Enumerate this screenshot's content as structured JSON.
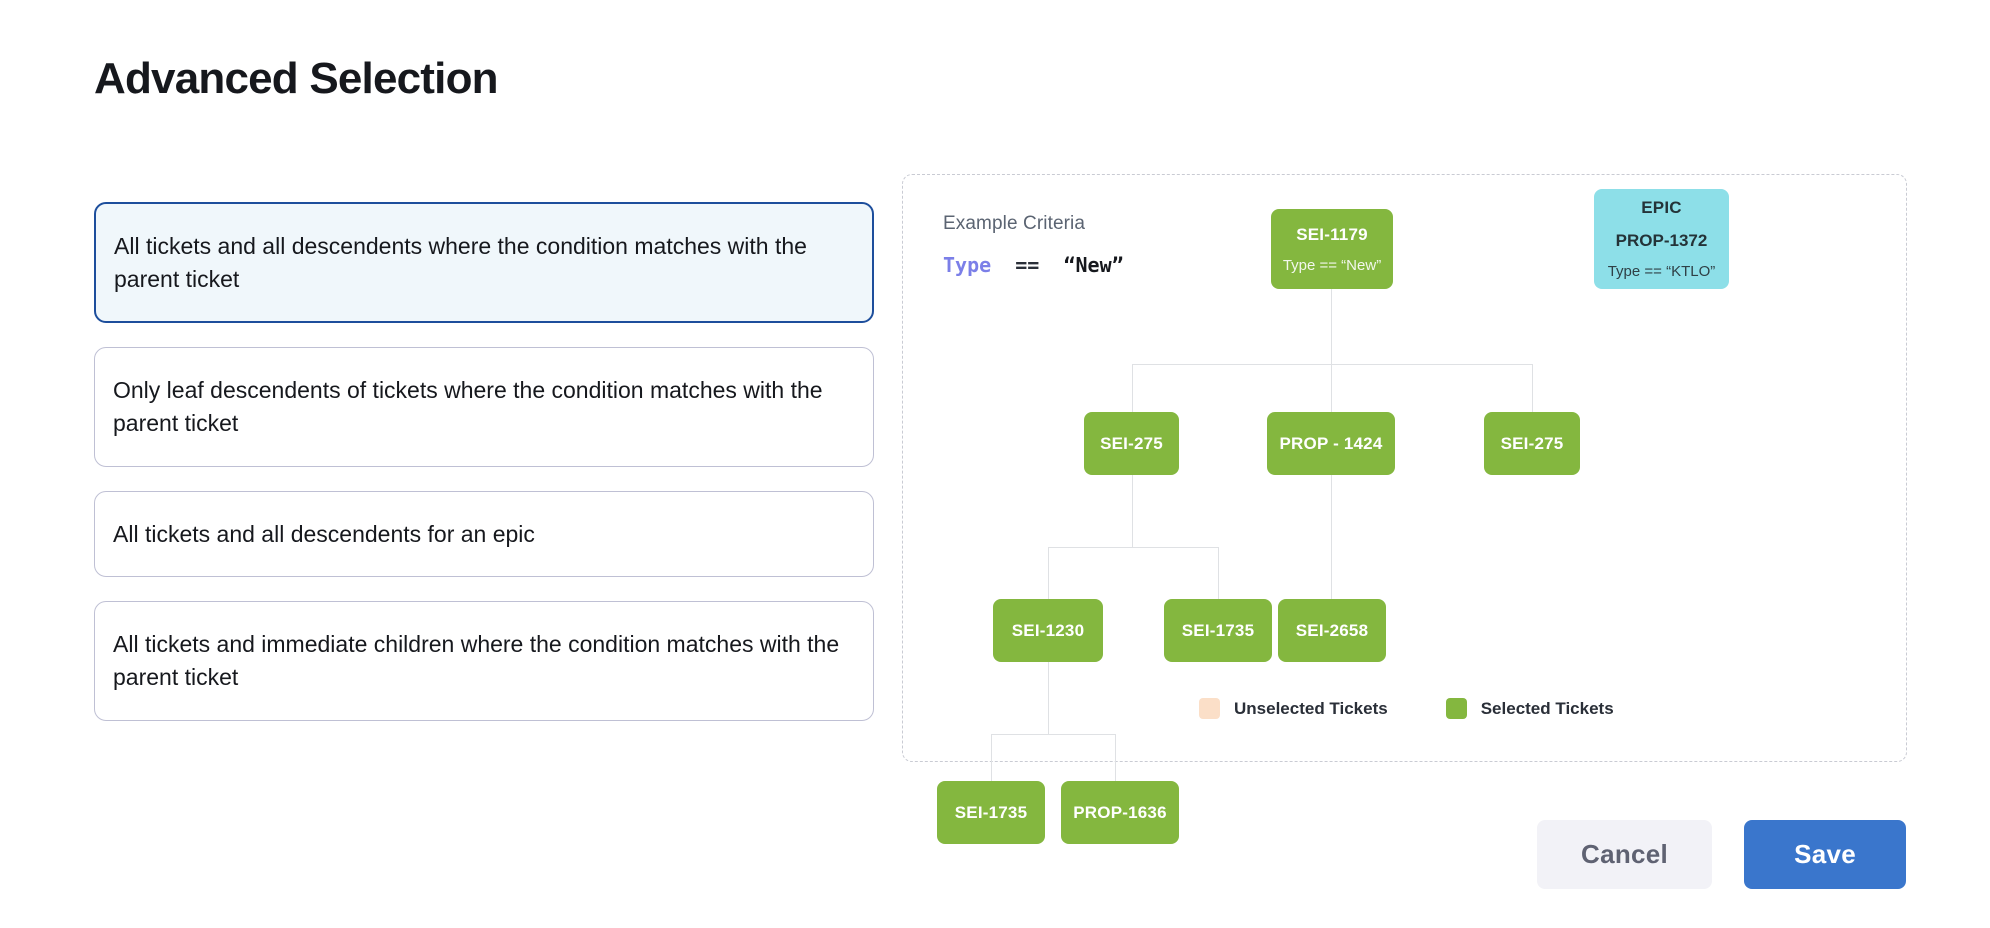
{
  "page": {
    "title": "Advanced Selection"
  },
  "options": [
    {
      "label": "All tickets and all descendents where the condition matches with the parent ticket",
      "selected": true
    },
    {
      "label": "Only leaf descendents of tickets where the condition matches with the parent ticket",
      "selected": false
    },
    {
      "label": "All tickets and all descendents for an epic",
      "selected": false
    },
    {
      "label": "All tickets and immediate children where the condition matches with the parent ticket",
      "selected": false
    }
  ],
  "diagram": {
    "criteria_title": "Example Criteria",
    "criteria_keyword": "Type",
    "criteria_operator": "==",
    "criteria_value": "“New”",
    "nodes": {
      "root": {
        "id": "SEI-1179",
        "condition": "Type == “New”"
      },
      "epic": {
        "tag": "EPIC",
        "id": "PROP-1372",
        "condition": "Type == “KTLO”"
      },
      "l2a": {
        "id": "SEI-275"
      },
      "l2b": {
        "id": "PROP - 1424"
      },
      "l2c": {
        "id": "SEI-275"
      },
      "l3a": {
        "id": "SEI-1230"
      },
      "l3b": {
        "id": "SEI-1735"
      },
      "l3c": {
        "id": "SEI-2658"
      },
      "l4a": {
        "id": "SEI-1735"
      },
      "l4b": {
        "id": "PROP-1636"
      }
    },
    "legend": [
      {
        "label": "Unselected Tickets",
        "color": "#fbdfc8"
      },
      {
        "label": "Selected Tickets",
        "color": "#84b73f"
      }
    ]
  },
  "footer": {
    "cancel_label": "Cancel",
    "save_label": "Save"
  },
  "colors": {
    "selected_node": "#84b73f",
    "epic_node": "#8ddfe8",
    "unselected_node": "#fbdfc8",
    "primary": "#3a76cc",
    "selected_card_border": "#1d4e9c"
  }
}
